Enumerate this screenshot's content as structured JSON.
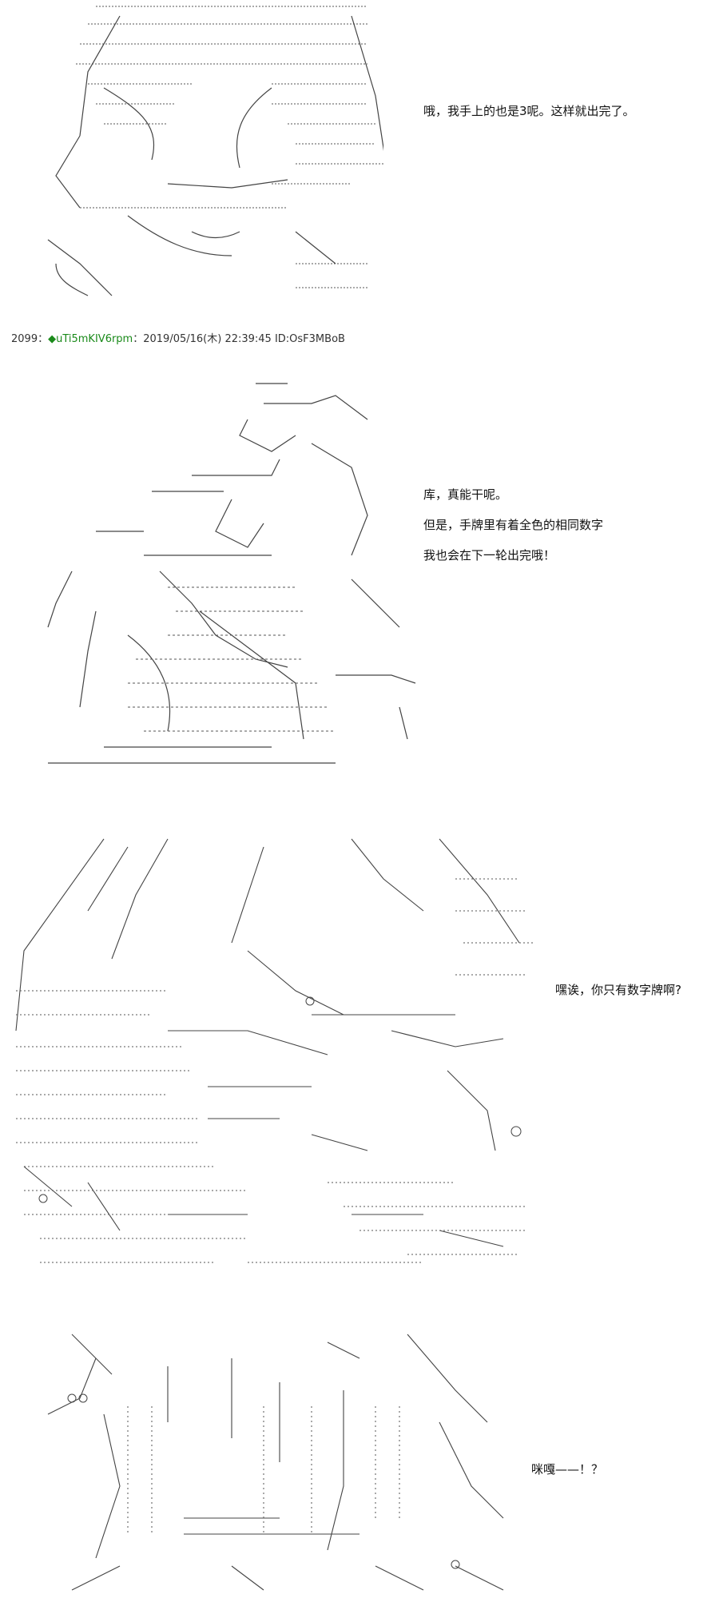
{
  "panels": [
    {
      "id": "panel-1",
      "art": "ascii-art-character-1",
      "dialog": [
        "哦，我手上的也是3呢。这样就出完了。"
      ]
    },
    {
      "id": "panel-2",
      "art": "ascii-art-character-2",
      "dialog": [
        "库，真能干呢。",
        "但是，手牌里有着全色的相同数字",
        "我也会在下一轮出完哦！"
      ]
    },
    {
      "id": "panel-3",
      "art": "ascii-art-character-3",
      "dialog": [
        "嘿诶，你只有数字牌啊?"
      ]
    },
    {
      "id": "panel-4",
      "art": "ascii-art-character-4",
      "dialog": [
        "咪嘎——！？"
      ]
    }
  ],
  "post": {
    "number": "2099",
    "separator": "：",
    "diamond": "◆",
    "trip": "uTi5mKIV6rpm",
    "rest": "：2019/05/16(木) 22:39:45 ID:OsF3MBoB"
  },
  "colors": {
    "art": "#444444",
    "trip": "#1a8a1a"
  }
}
